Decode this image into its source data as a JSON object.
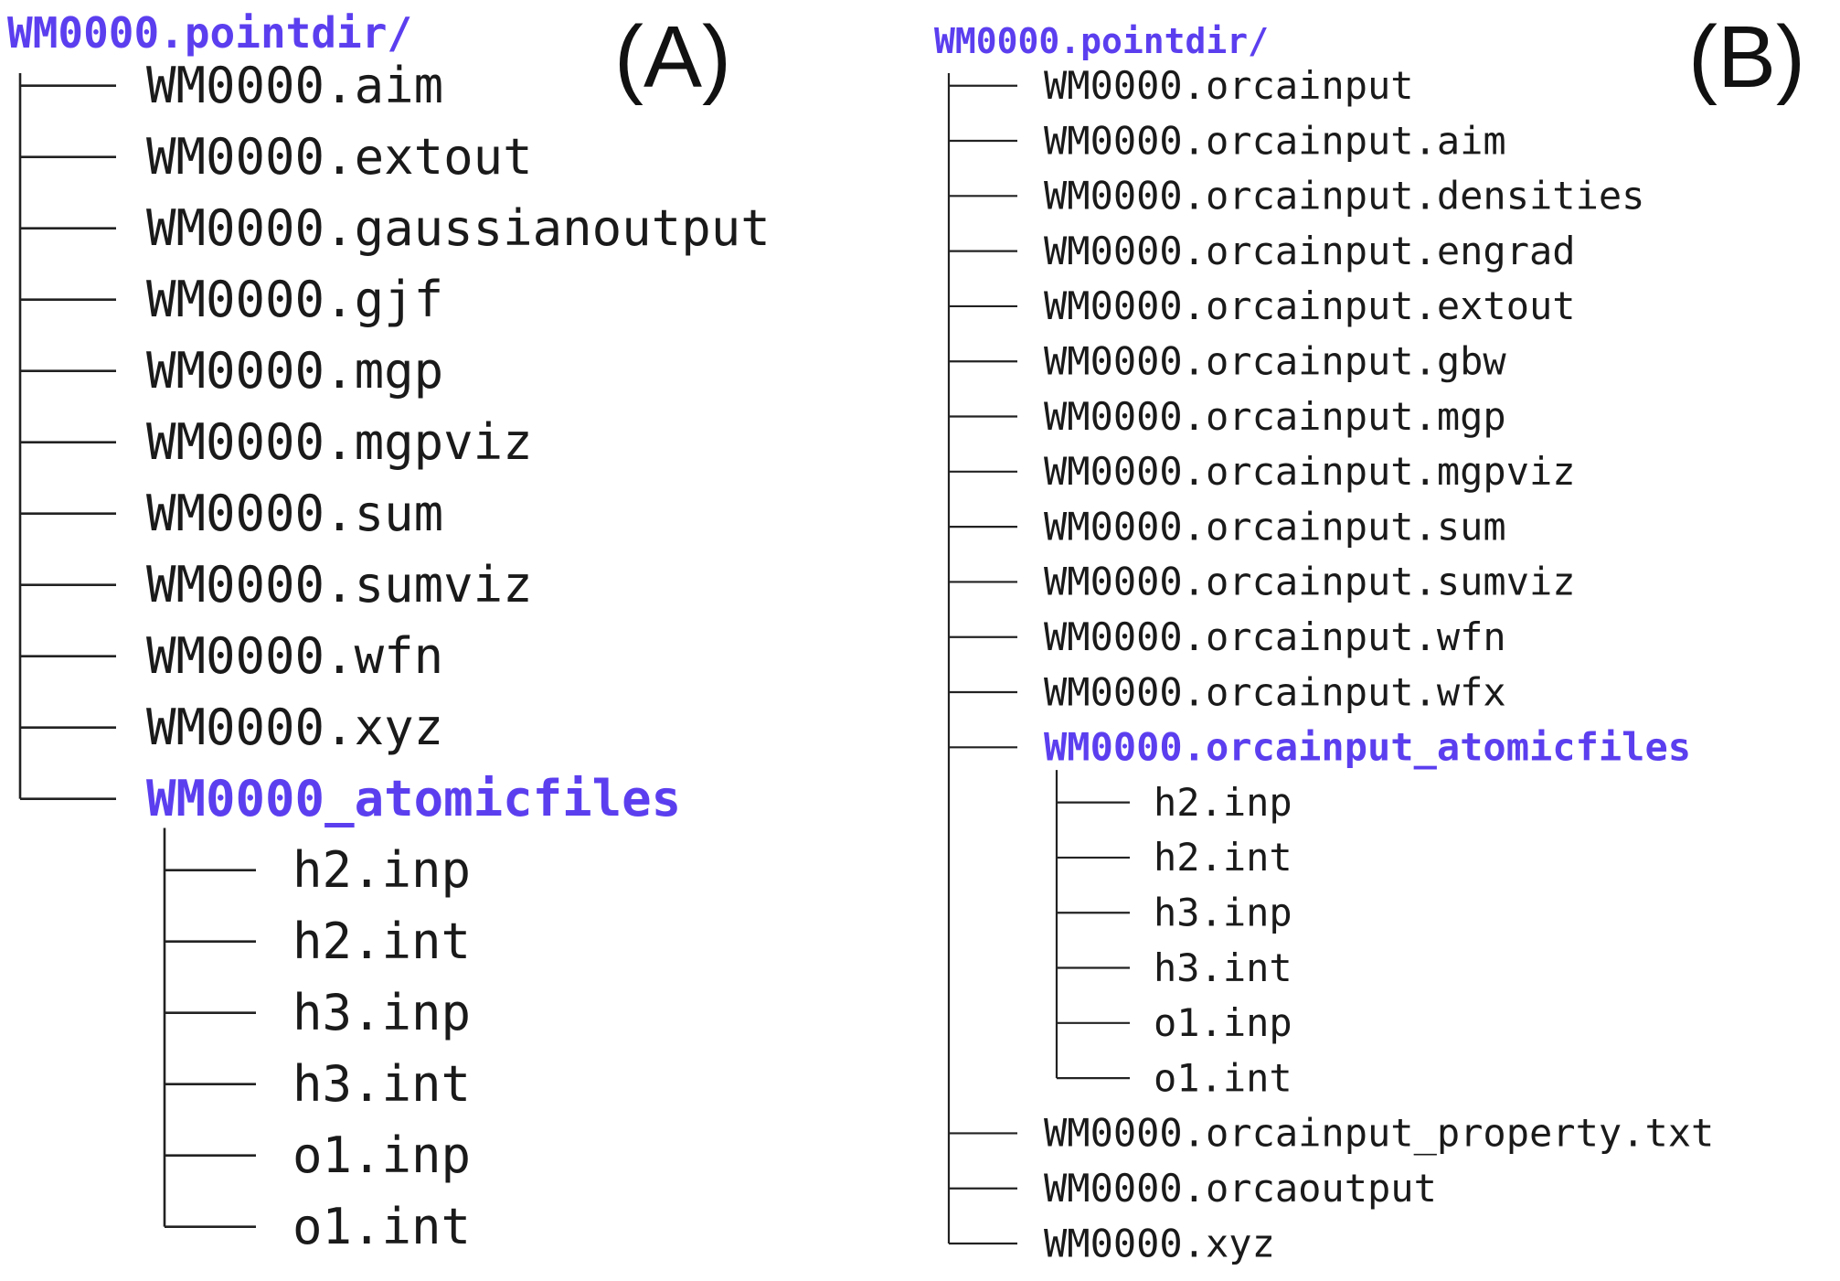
{
  "colors": {
    "directory": "#5b3fef",
    "file": "#1a1a1a",
    "line": "#222222"
  },
  "panel_a": {
    "label": "(A)",
    "root": "WM0000.pointdir/",
    "items": [
      {
        "name": "WM0000.aim",
        "kind": "file"
      },
      {
        "name": "WM0000.extout",
        "kind": "file"
      },
      {
        "name": "WM0000.gaussianoutput",
        "kind": "file"
      },
      {
        "name": "WM0000.gjf",
        "kind": "file"
      },
      {
        "name": "WM0000.mgp",
        "kind": "file"
      },
      {
        "name": "WM0000.mgpviz",
        "kind": "file"
      },
      {
        "name": "WM0000.sum",
        "kind": "file"
      },
      {
        "name": "WM0000.sumviz",
        "kind": "file"
      },
      {
        "name": "WM0000.wfn",
        "kind": "file"
      },
      {
        "name": "WM0000.xyz",
        "kind": "file"
      },
      {
        "name": "WM0000_atomicfiles",
        "kind": "dir",
        "children": [
          "h2.inp",
          "h2.int",
          "h3.inp",
          "h3.int",
          "o1.inp",
          "o1.int"
        ]
      }
    ]
  },
  "panel_b": {
    "label": "(B)",
    "root": "WM0000.pointdir/",
    "items": [
      {
        "name": "WM0000.orcainput",
        "kind": "file"
      },
      {
        "name": "WM0000.orcainput.aim",
        "kind": "file"
      },
      {
        "name": "WM0000.orcainput.densities",
        "kind": "file"
      },
      {
        "name": "WM0000.orcainput.engrad",
        "kind": "file"
      },
      {
        "name": "WM0000.orcainput.extout",
        "kind": "file"
      },
      {
        "name": "WM0000.orcainput.gbw",
        "kind": "file"
      },
      {
        "name": "WM0000.orcainput.mgp",
        "kind": "file"
      },
      {
        "name": "WM0000.orcainput.mgpviz",
        "kind": "file"
      },
      {
        "name": "WM0000.orcainput.sum",
        "kind": "file"
      },
      {
        "name": "WM0000.orcainput.sumviz",
        "kind": "file"
      },
      {
        "name": "WM0000.orcainput.wfn",
        "kind": "file"
      },
      {
        "name": "WM0000.orcainput.wfx",
        "kind": "file"
      },
      {
        "name": "WM0000.orcainput_atomicfiles",
        "kind": "dir",
        "children": [
          "h2.inp",
          "h2.int",
          "h3.inp",
          "h3.int",
          "o1.inp",
          "o1.int"
        ]
      },
      {
        "name": "WM0000.orcainput_property.txt",
        "kind": "file"
      },
      {
        "name": "WM0000.orcaoutput",
        "kind": "file"
      },
      {
        "name": "WM0000.xyz",
        "kind": "file"
      }
    ]
  }
}
